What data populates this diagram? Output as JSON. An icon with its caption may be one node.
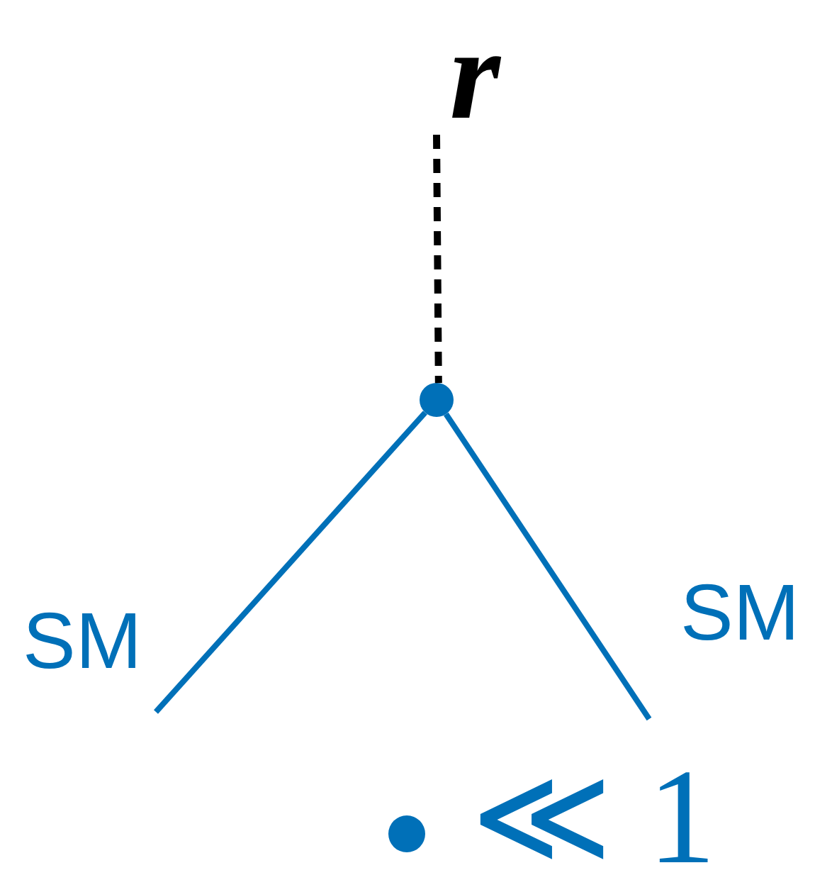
{
  "diagram": {
    "nodes": [
      {
        "text": [
          "r"
        ]
      },
      {
        "text": [],
        "shape": "circle"
      }
    ],
    "edges": [
      {
        "from": 0,
        "to": 1,
        "arrow": "none",
        "style": "dashed",
        "color": "#000000"
      },
      {
        "from": 1,
        "to": null,
        "arrow": "none"
      },
      {
        "from": 1,
        "to": null,
        "arrow": "none"
      }
    ],
    "labels": [
      "SM",
      "SM",
      "≪ 1"
    ]
  }
}
